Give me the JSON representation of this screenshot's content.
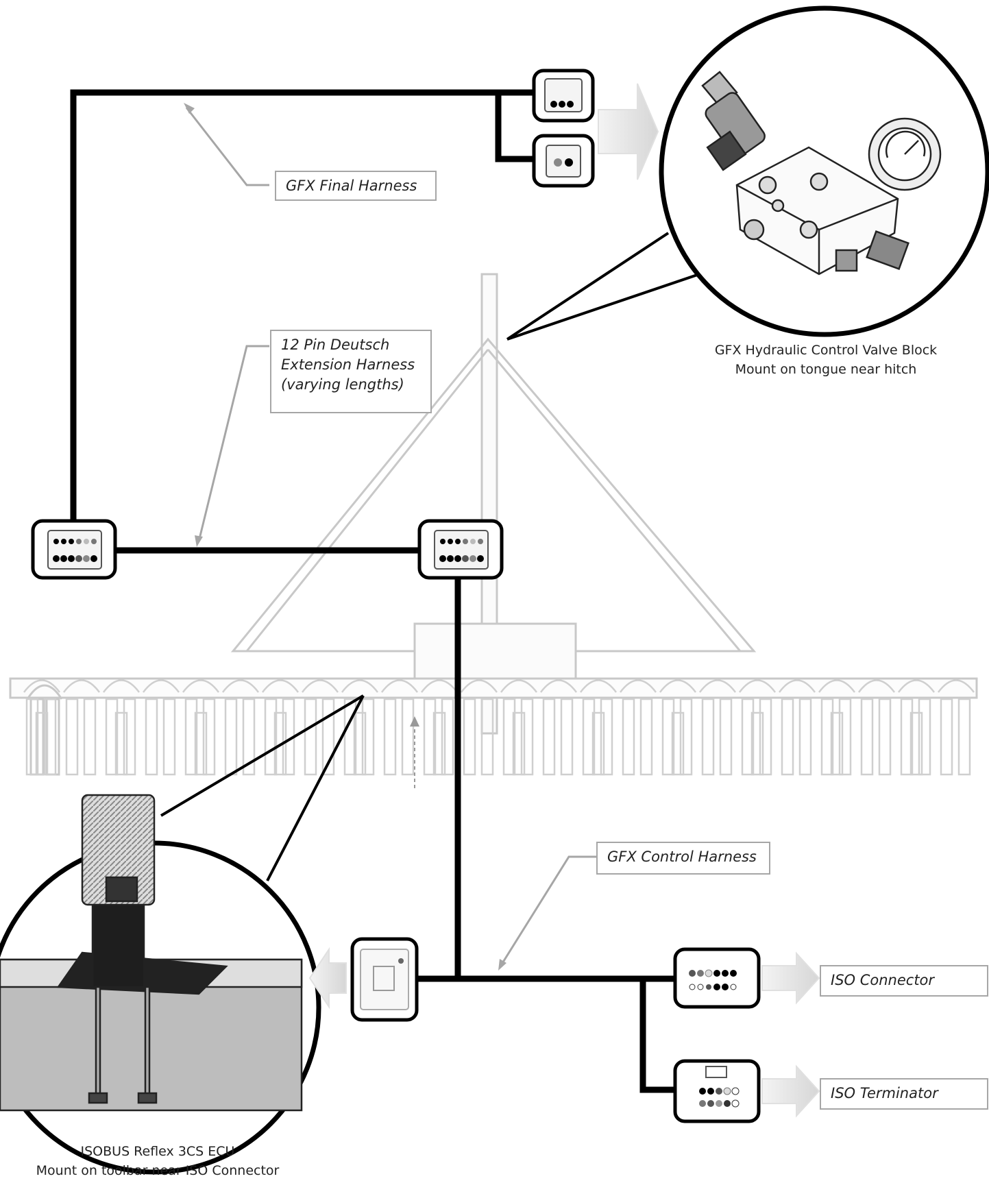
{
  "labels": {
    "final_harness": "GFX Final Harness",
    "extension_harness_line1": "12 Pin Deutsch",
    "extension_harness_line2": "Extension Harness",
    "extension_harness_line3": "(varying lengths)",
    "control_harness": "GFX Control Harness",
    "iso_connector": "ISO Connector",
    "iso_terminator": "ISO Terminator"
  },
  "captions": {
    "valve_block_line1": "GFX Hydraulic Control Valve Block",
    "valve_block_line2": "Mount on tongue near hitch",
    "ecu_line1": "ISOBUS Reflex 3CS ECU",
    "ecu_line2": "Mount on toolbar near ISO Connector"
  },
  "colors": {
    "harness": "#000000",
    "callout_border": "#a6a6a6",
    "implement_outline": "#c8c8c8",
    "arrow_fill": "#e6e6e6"
  },
  "icons": {
    "valve_block": "hydraulic-valve-block-icon",
    "ecu": "ecu-bracket-icon",
    "connector": "deutsch-connector-icon"
  }
}
